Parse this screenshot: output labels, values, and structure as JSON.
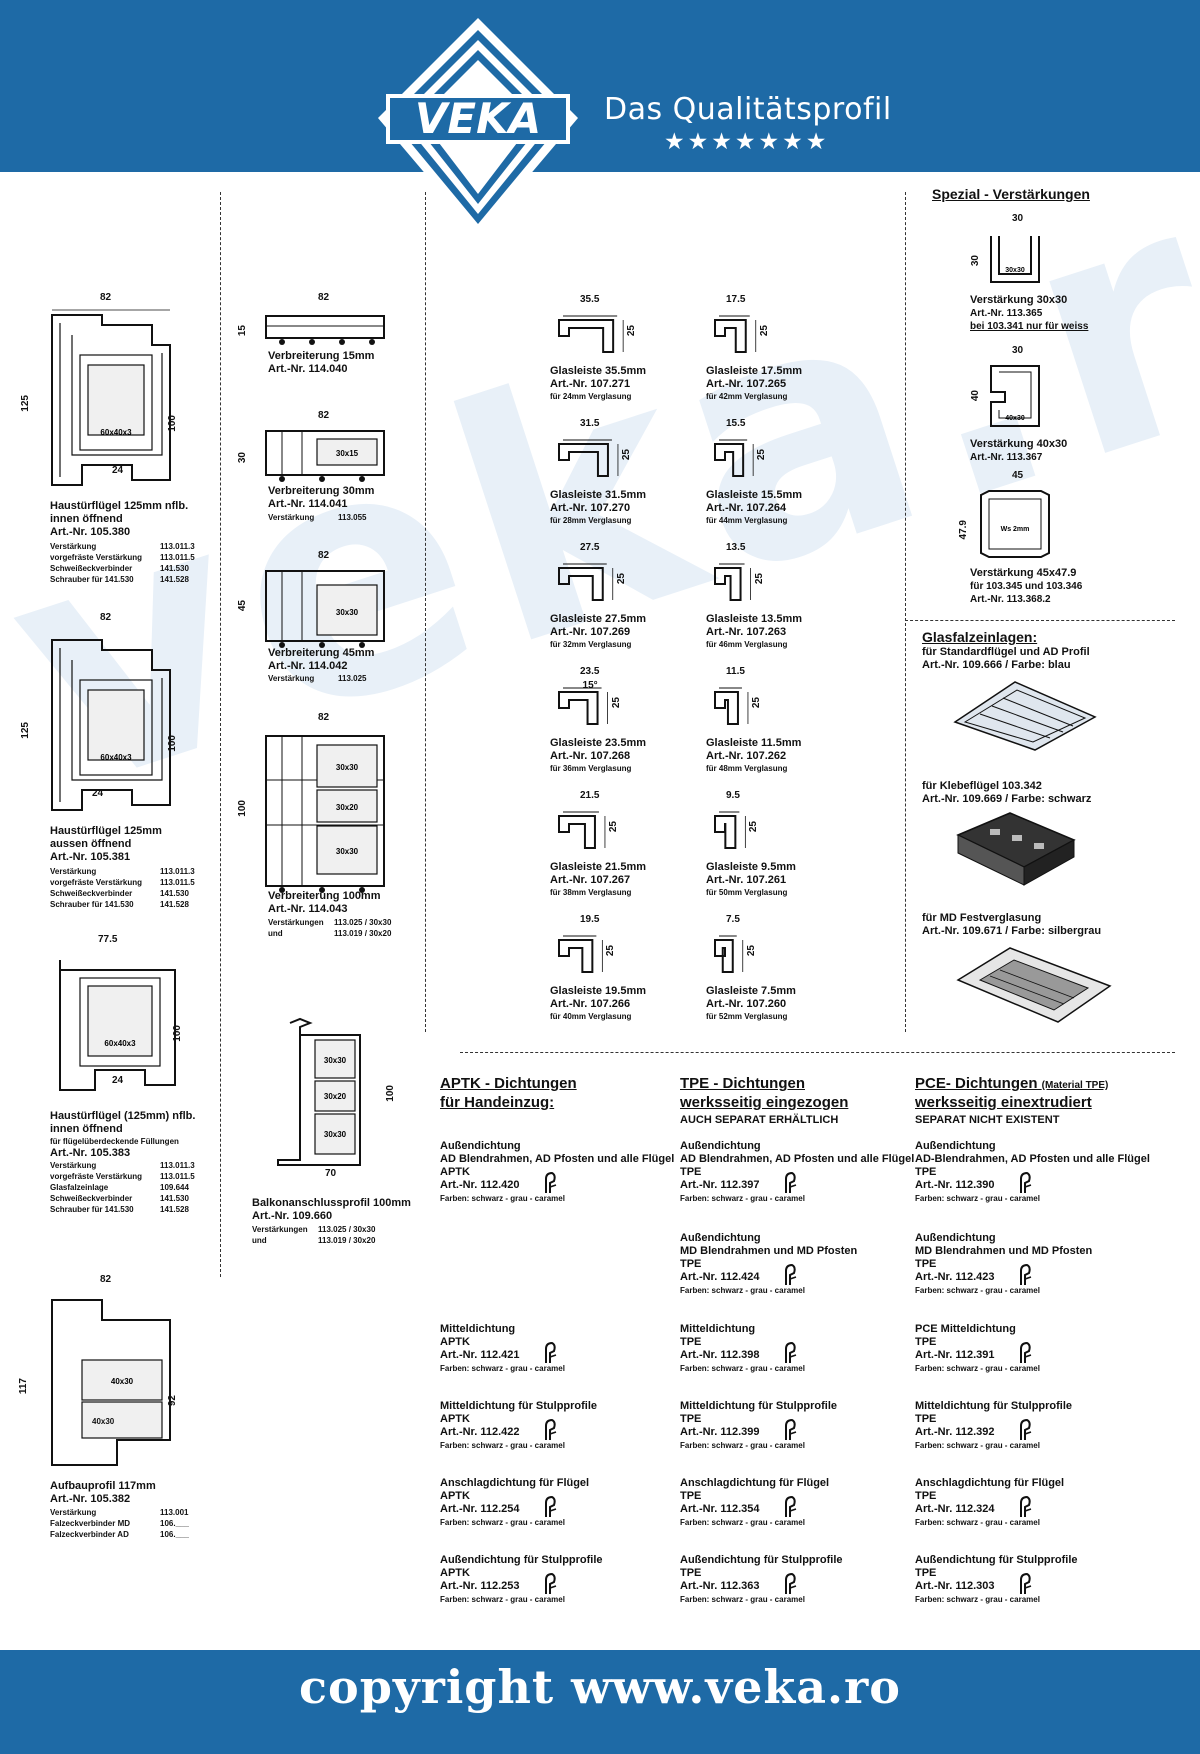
{
  "brand": {
    "logo": "VEKA",
    "tagline": "Das Qualitätsprofil",
    "stars": "★★★★★★★"
  },
  "footer": {
    "copyright": "copyright www.veka.ro"
  },
  "watermark": "veka.ro",
  "col1": [
    {
      "dims": [
        "82",
        "125",
        "100",
        "24"
      ],
      "box": "60x40x3",
      "title": [
        "Haustürflügel 125mm nflb.",
        "innen öffnend",
        "Art.-Nr. 105.380"
      ],
      "rows": [
        [
          "Verstärkung",
          "113.011.3"
        ],
        [
          "vorgefräste Verstärkung",
          "113.011.5"
        ],
        [
          "Schweißeckverbinder",
          "141.530"
        ],
        [
          "Schrauber für 141.530",
          "141.528"
        ]
      ]
    },
    {
      "dims": [
        "82",
        "125",
        "100",
        "24"
      ],
      "box": "60x40x3",
      "title": [
        "Haustürflügel 125mm",
        "aussen öffnend",
        "Art.-Nr. 105.381"
      ],
      "rows": [
        [
          "Verstärkung",
          "113.011.3"
        ],
        [
          "vorgefräste Verstärkung",
          "113.011.5"
        ],
        [
          "Schweißeckverbinder",
          "141.530"
        ],
        [
          "Schrauber für 141.530",
          "141.528"
        ]
      ]
    },
    {
      "dims": [
        "77.5",
        "100",
        "24"
      ],
      "box": "60x40x3",
      "title": [
        "Haustürflügel (125mm) nflb.",
        "innen öffnend",
        "für flügelüberdeckende Füllungen",
        "Art.-Nr. 105.383"
      ],
      "rows": [
        [
          "Verstärkung",
          "113.011.3"
        ],
        [
          "vorgefräste Verstärkung",
          "113.011.5"
        ],
        [
          "Glasfalzeinlage",
          "109.644"
        ],
        [
          "Schweißeckverbinder",
          "141.530"
        ],
        [
          "Schrauber für 141.530",
          "141.528"
        ]
      ]
    },
    {
      "dims": [
        "82",
        "117",
        "92"
      ],
      "boxes": [
        "40x30",
        "40x30"
      ],
      "title": [
        "Aufbauprofil 117mm",
        "Art.-Nr. 105.382"
      ],
      "rows": [
        [
          "Verstärkung",
          "113.001"
        ],
        [
          "Falzeckverbinder MD",
          "106.___"
        ],
        [
          "Falzeckverbinder AD",
          "106.___"
        ]
      ]
    }
  ],
  "col2": [
    {
      "dims": [
        "82",
        "15"
      ],
      "title": [
        "Verbreiterung 15mm",
        "Art.-Nr. 114.040"
      ],
      "extra": []
    },
    {
      "dims": [
        "82",
        "30"
      ],
      "box": "30x15",
      "title": [
        "Verbreiterung 30mm",
        "Art.-Nr. 114.041"
      ],
      "extra": [
        [
          "Verstärkung",
          "113.055"
        ]
      ]
    },
    {
      "dims": [
        "82",
        "45"
      ],
      "box": "30x30",
      "title": [
        "Verbreiterung 45mm",
        "Art.-Nr. 114.042"
      ],
      "extra": [
        [
          "Verstärkung",
          "113.025"
        ]
      ]
    },
    {
      "dims": [
        "82",
        "100"
      ],
      "boxes": [
        "30x30",
        "30x20",
        "30x30"
      ],
      "title": [
        "Verbreiterung 100mm",
        "Art.-Nr. 114.043"
      ],
      "extra": [
        [
          "Verstärkungen",
          "113.025 / 30x30"
        ],
        [
          "und",
          "113.019 / 30x20"
        ]
      ]
    },
    {
      "dims": [
        "70",
        "100"
      ],
      "boxes": [
        "30x30",
        "30x20",
        "30x30"
      ],
      "title": [
        "Balkonanschlussprofil 100mm",
        "Art.-Nr. 109.660"
      ],
      "extra": [
        [
          "Verstärkungen",
          "113.025 / 30x30"
        ],
        [
          "und",
          "113.019 / 30x20"
        ]
      ]
    }
  ],
  "glass": [
    {
      "w": "35.5",
      "h": "25",
      "name": "Glasleiste 35.5mm",
      "art": "Art.-Nr. 107.271",
      "note": "für 24mm Verglasung"
    },
    {
      "w": "17.5",
      "h": "25",
      "name": "Glasleiste 17.5mm",
      "art": "Art.-Nr. 107.265",
      "note": "für 42mm Verglasung"
    },
    {
      "w": "31.5",
      "h": "25",
      "name": "Glasleiste 31.5mm",
      "art": "Art.-Nr. 107.270",
      "note": "für 28mm Verglasung"
    },
    {
      "w": "15.5",
      "h": "25",
      "name": "Glasleiste 15.5mm",
      "art": "Art.-Nr. 107.264",
      "note": "für 44mm Verglasung"
    },
    {
      "w": "27.5",
      "h": "25",
      "name": "Glasleiste 27.5mm",
      "art": "Art.-Nr. 107.269",
      "note": "für 32mm Verglasung"
    },
    {
      "w": "13.5",
      "h": "25",
      "name": "Glasleiste 13.5mm",
      "art": "Art.-Nr. 107.263",
      "note": "für 46mm Verglasung"
    },
    {
      "w": "23.5",
      "h": "25",
      "angle": "15°",
      "name": "Glasleiste 23.5mm",
      "art": "Art.-Nr. 107.268",
      "note": "für 36mm Verglasung"
    },
    {
      "w": "11.5",
      "h": "25",
      "name": "Glasleiste 11.5mm",
      "art": "Art.-Nr. 107.262",
      "note": "für 48mm Verglasung"
    },
    {
      "w": "21.5",
      "h": "25",
      "name": "Glasleiste 21.5mm",
      "art": "Art.-Nr. 107.267",
      "note": "für 38mm Verglasung"
    },
    {
      "w": "9.5",
      "h": "25",
      "name": "Glasleiste 9.5mm",
      "art": "Art.-Nr. 107.261",
      "note": "für 50mm Verglasung"
    },
    {
      "w": "19.5",
      "h": "25",
      "name": "Glasleiste 19.5mm",
      "art": "Art.-Nr. 107.266",
      "note": "für 40mm Verglasung"
    },
    {
      "w": "7.5",
      "h": "25",
      "name": "Glasleiste 7.5mm",
      "art": "Art.-Nr. 107.260",
      "note": "für 52mm Verglasung"
    }
  ],
  "special": {
    "title": "Spezial - Verstärkungen",
    "items": [
      {
        "dims": [
          "30",
          "30"
        ],
        "box": "30x30",
        "lines": [
          "Verstärkung 30x30",
          "Art.-Nr. 113.365",
          "bei 103.341 nur für weiss"
        ]
      },
      {
        "dims": [
          "30",
          "40"
        ],
        "box": "40x30",
        "lines": [
          "Verstärkung 40x30",
          "Art.-Nr. 113.367"
        ]
      },
      {
        "dims": [
          "45",
          "47.9"
        ],
        "box": "Ws 2mm",
        "lines": [
          "Verstärkung 45x47.9",
          "für 103.345 und 103.346",
          "Art.-Nr. 113.368.2"
        ]
      }
    ]
  },
  "glasfalz": {
    "title": "Glasfalzeinlagen:",
    "items": [
      {
        "lines": [
          "für Standardflügel und AD Profil",
          "Art.-Nr. 109.666 / Farbe: blau"
        ]
      },
      {
        "lines": [
          "für Klebeflügel 103.342",
          "Art.-Nr. 109.669 / Farbe: schwarz"
        ]
      },
      {
        "lines": [
          "für MD Festverglasung",
          "Art.-Nr. 109.671 / Farbe: silbergrau"
        ]
      }
    ]
  },
  "seals": [
    {
      "title": [
        "APTK - Dichtungen",
        "für Handeinzug:"
      ],
      "sub": "",
      "items": [
        {
          "lines": [
            "Außendichtung",
            "AD Blendrahmen, AD Pfosten und alle Flügel",
            "APTK",
            "Art.-Nr. 112.420"
          ],
          "colors": "Farben: schwarz - grau - caramel"
        },
        {
          "lines": [
            "Mitteldichtung",
            "APTK",
            "Art.-Nr. 112.421"
          ],
          "colors": "Farben: schwarz - grau - caramel"
        },
        {
          "lines": [
            "Mitteldichtung für Stulpprofile",
            "APTK",
            "Art.-Nr. 112.422"
          ],
          "colors": "Farben: schwarz - grau - caramel"
        },
        {
          "lines": [
            "Anschlagdichtung für Flügel",
            "APTK",
            "Art.-Nr. 112.254"
          ],
          "colors": "Farben: schwarz - grau - caramel"
        },
        {
          "lines": [
            "Außendichtung für Stulpprofile",
            "APTK",
            "Art.-Nr. 112.253"
          ],
          "colors": "Farben: schwarz - grau - caramel"
        }
      ]
    },
    {
      "title": [
        "TPE - Dichtungen",
        "werksseitig eingezogen"
      ],
      "sub": "AUCH SEPARAT ERHÄLTLICH",
      "items": [
        {
          "lines": [
            "Außendichtung",
            "AD Blendrahmen, AD Pfosten und alle Flügel",
            "TPE",
            "Art.-Nr. 112.397"
          ],
          "colors": "Farben: schwarz - grau - caramel"
        },
        {
          "lines": [
            "Außendichtung",
            "MD Blendrahmen und MD Pfosten",
            "TPE",
            "Art.-Nr. 112.424"
          ],
          "colors": "Farben: schwarz - grau - caramel"
        },
        {
          "lines": [
            "Mitteldichtung",
            "TPE",
            "Art.-Nr. 112.398"
          ],
          "colors": "Farben: schwarz - grau - caramel"
        },
        {
          "lines": [
            "Mitteldichtung für Stulpprofile",
            "TPE",
            "Art.-Nr. 112.399"
          ],
          "colors": "Farben: schwarz - grau - caramel"
        },
        {
          "lines": [
            "Anschlagdichtung für Flügel",
            "TPE",
            "Art.-Nr. 112.354"
          ],
          "colors": "Farben: schwarz - grau - caramel"
        },
        {
          "lines": [
            "Außendichtung für Stulpprofile",
            "TPE",
            "Art.-Nr. 112.363"
          ],
          "colors": "Farben: schwarz - grau - caramel"
        }
      ]
    },
    {
      "title": [
        "PCE- Dichtungen",
        "werksseitig einextrudiert"
      ],
      "title_note": "(Material TPE)",
      "sub": "SEPARAT NICHT EXISTENT",
      "items": [
        {
          "lines": [
            "Außendichtung",
            "AD-Blendrahmen, AD Pfosten und alle Flügel",
            "TPE",
            "Art.-Nr. 112.390"
          ],
          "colors": "Farben: schwarz - grau - caramel"
        },
        {
          "lines": [
            "Außendichtung",
            "MD Blendrahmen und MD Pfosten",
            "TPE",
            "Art.-Nr. 112.423"
          ],
          "colors": "Farben: schwarz - grau - caramel"
        },
        {
          "lines": [
            "PCE Mitteldichtung",
            "TPE",
            "Art.-Nr. 112.391"
          ],
          "colors": "Farben: schwarz - grau - caramel"
        },
        {
          "lines": [
            "Mitteldichtung für Stulpprofile",
            "TPE",
            "Art.-Nr. 112.392"
          ],
          "colors": "Farben: schwarz - grau - caramel"
        },
        {
          "lines": [
            "Anschlagdichtung für Flügel",
            "TPE",
            "Art.-Nr. 112.324"
          ],
          "colors": "Farben: schwarz - grau - caramel"
        },
        {
          "lines": [
            "Außendichtung für Stulpprofile",
            "TPE",
            "Art.-Nr. 112.303"
          ],
          "colors": "Farben: schwarz - grau - caramel"
        }
      ]
    }
  ],
  "colors": {
    "brand_blue": "#1e6aa6",
    "watermark": "#e8f0f8"
  }
}
